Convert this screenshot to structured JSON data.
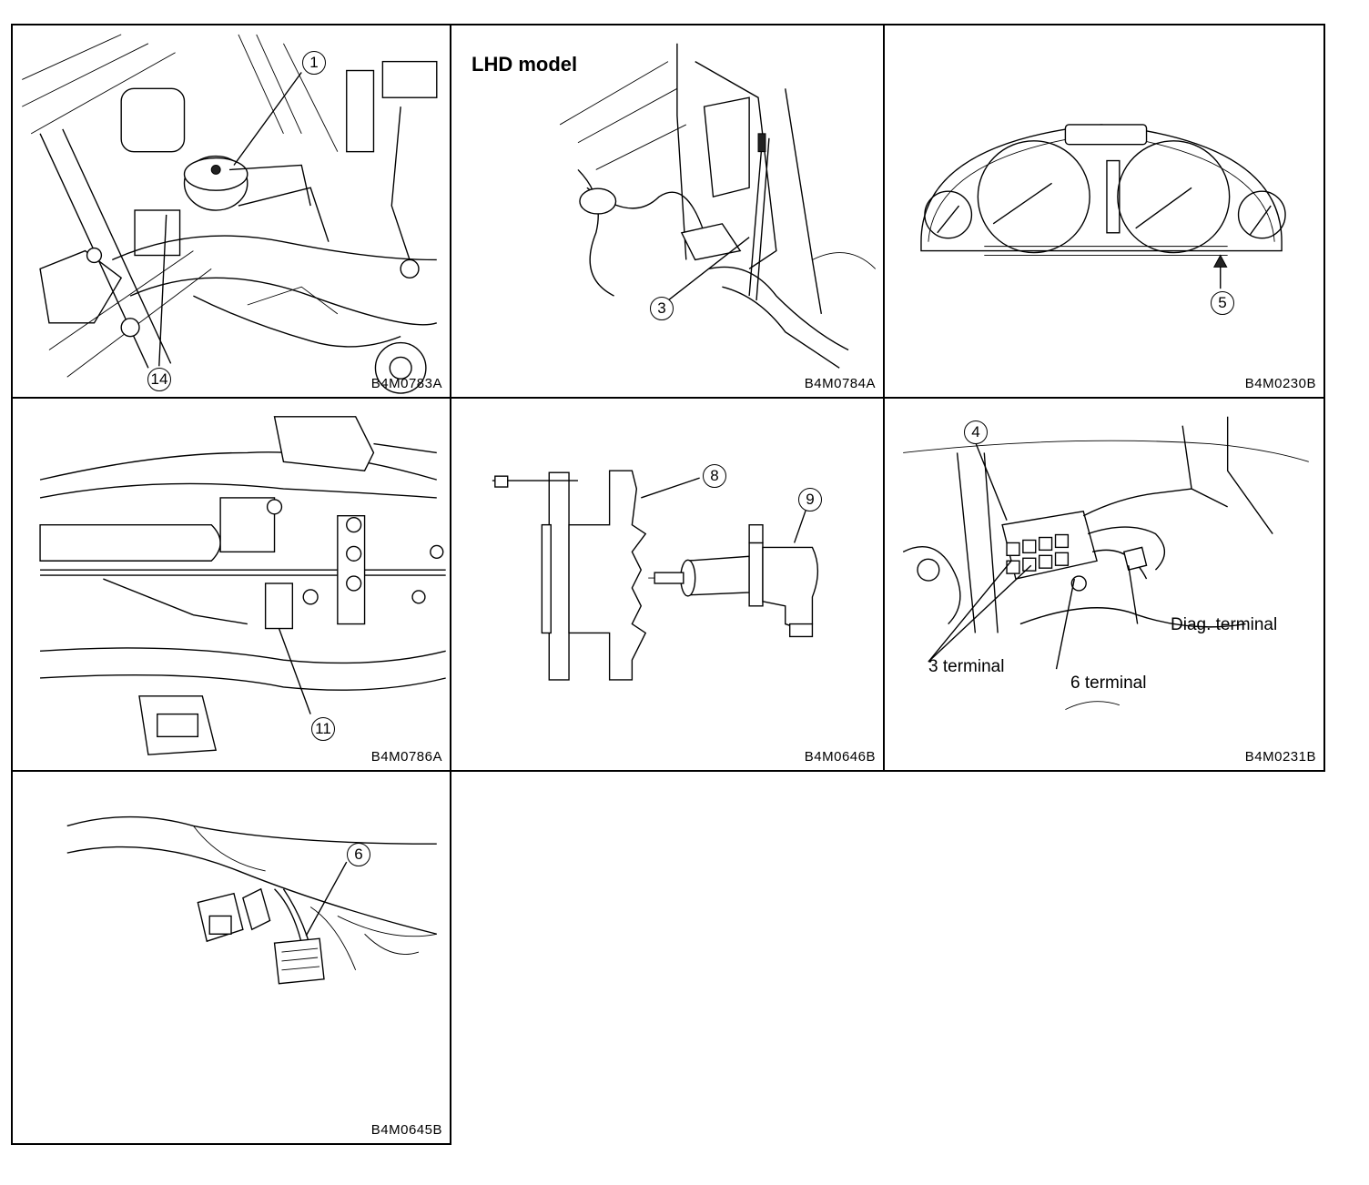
{
  "panels": [
    {
      "code": "B4M0783A",
      "callouts": [
        "1",
        "14"
      ]
    },
    {
      "code": "B4M0784A",
      "title": "LHD model",
      "callouts": [
        "3"
      ]
    },
    {
      "code": "B4M0230B",
      "callouts": [
        "5"
      ]
    },
    {
      "code": "B4M0786A",
      "callouts": [
        "11"
      ]
    },
    {
      "code": "B4M0646B",
      "callouts": [
        "8",
        "9"
      ]
    },
    {
      "code": "B4M0231B",
      "callouts": [
        "4"
      ],
      "labels": [
        "3 terminal",
        "6 terminal",
        "Diag. terminal"
      ]
    },
    {
      "code": "B4M0645B",
      "callouts": [
        "6"
      ]
    }
  ]
}
